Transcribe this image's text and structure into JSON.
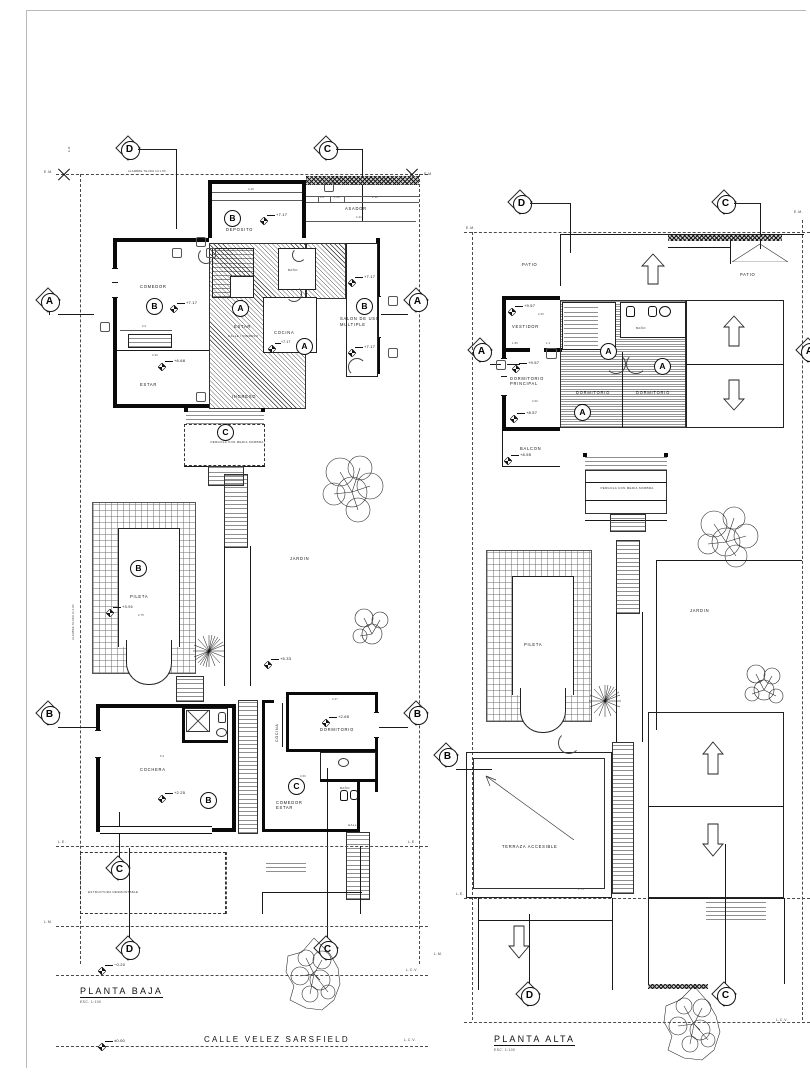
{
  "sheet": {
    "drawing_type": "architectural-floor-plan",
    "street_label": "CALLE VELEZ SARSFIELD",
    "street_marker_elev": "±0.00",
    "lcv_right": "L.C.V.",
    "lcv_left": "L.C.V."
  },
  "plans": [
    {
      "id": "planta-baja",
      "title": "PLANTA BAJA",
      "scale": "ESC. 1:100",
      "rooms": [
        {
          "name": "DEPOSITO",
          "elev": "+7.17"
        },
        {
          "name": "ASADOR",
          "elev": ""
        },
        {
          "name": "COMEDOR",
          "elev": "+7.17"
        },
        {
          "name": "ESTAR",
          "elev": "+6.68"
        },
        {
          "name": "ESTAR",
          "elev": ""
        },
        {
          "name": "CALLE / INGRESO",
          "elev": ""
        },
        {
          "name": "COCINA",
          "elev": "+7.17"
        },
        {
          "name": "BAÑO",
          "elev": ""
        },
        {
          "name": "SALON DE USO MULTIPLE",
          "elev": "+7.17"
        },
        {
          "name": "INGRESO",
          "elev": ""
        },
        {
          "name": "PERGOLA CON MEDIA SOMBRA",
          "elev": ""
        },
        {
          "name": "PILETA",
          "elev": "+3.91"
        },
        {
          "name": "JARDIN",
          "elev": ""
        },
        {
          "name": "COCHERA",
          "elev": "+2.25"
        },
        {
          "name": "COCINA",
          "elev": ""
        },
        {
          "name": "DORMITORIO",
          "elev": "+2.65"
        },
        {
          "name": "BAÑO",
          "elev": ""
        },
        {
          "name": "COMEDOR ESTAR",
          "elev": ""
        },
        {
          "name": "HALL",
          "elev": ""
        },
        {
          "name": "ESTRUCTURA DESMONTABLE",
          "elev": ""
        }
      ],
      "extra_elevations": [
        "+7.17",
        "+5.33",
        "−0.20",
        "±0.00"
      ],
      "note_top": "ALAMBRE TEJIDO H=1.80",
      "section_marks": [
        "D",
        "C",
        "A",
        "A",
        "B",
        "B",
        "C",
        "D"
      ],
      "grid_marks": [
        "A",
        "B",
        "C",
        "D"
      ]
    },
    {
      "id": "planta-alta",
      "title": "PLANTA ALTA",
      "scale": "ESC. 1:100",
      "rooms": [
        {
          "name": "PATIO",
          "elev": ""
        },
        {
          "name": "PATIO",
          "elev": ""
        },
        {
          "name": "VESTIDOR",
          "elev": "+9.57"
        },
        {
          "name": "DORMITORIO PRINCIPAL",
          "elev": "+9.57"
        },
        {
          "name": "BAÑO",
          "elev": ""
        },
        {
          "name": "DORMITORIO",
          "elev": ""
        },
        {
          "name": "DORMITORIO",
          "elev": ""
        },
        {
          "name": "BALCON",
          "elev": "+8.55"
        },
        {
          "name": "PERGOLA CON MEDIA SOMBRA",
          "elev": ""
        },
        {
          "name": "PILETA",
          "elev": ""
        },
        {
          "name": "JARDIN",
          "elev": ""
        },
        {
          "name": "TERRAZA ACCESIBLE",
          "elev": ""
        }
      ],
      "extra_elevations": [
        "+8.57"
      ],
      "section_marks": [
        "D",
        "C",
        "A",
        "A",
        "B",
        "D",
        "C"
      ],
      "grid_marks": [
        "A",
        "B",
        "C",
        "D"
      ]
    }
  ],
  "edge_tags": {
    "em_top_left": "E.M.",
    "em_top_right": "E.M.",
    "em_right": "E.M.",
    "le_left": "L.E.",
    "le_right": "L.E.",
    "lm_left": "L.M.",
    "lm_right": "L.M.",
    "lcv": "L.C.V."
  },
  "colors": {
    "ink": "#111111",
    "wall_fill": "#0a0a0a",
    "paper": "#ffffff",
    "hatch": "#2b2b2b",
    "dim_text": "#444444"
  }
}
